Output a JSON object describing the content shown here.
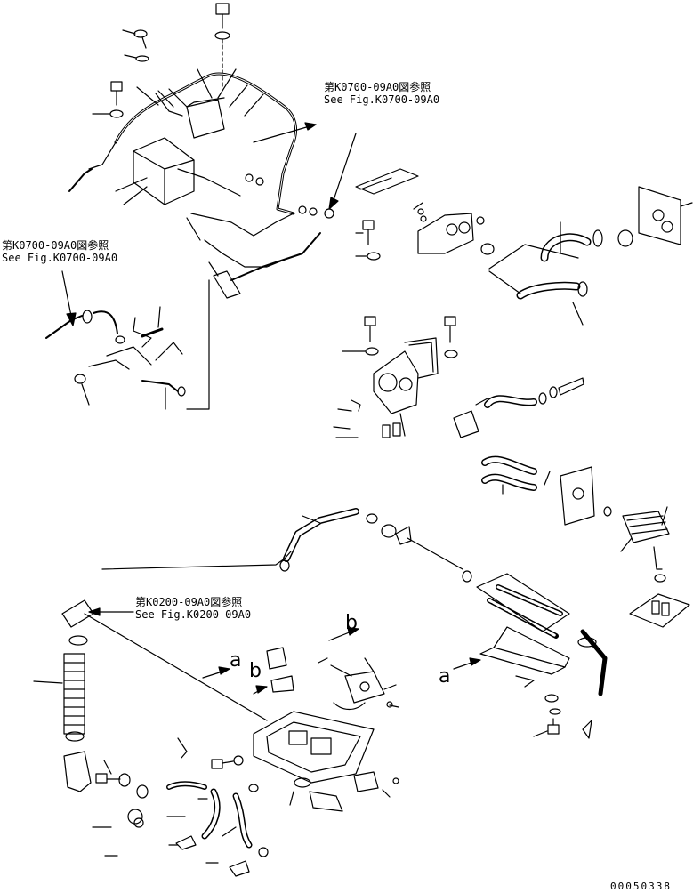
{
  "references": [
    {
      "jp": "第K0700-09A0図参照",
      "en": "See Fig.K0700-09A0"
    },
    {
      "jp": "第K0700-09A0図参照",
      "en": "See Fig.K0700-09A0"
    },
    {
      "jp": "第K0200-09A0図参照",
      "en": "See Fig.K0200-09A0"
    }
  ],
  "callouts": {
    "a": "a",
    "b": "b"
  },
  "document_number": "00050338"
}
